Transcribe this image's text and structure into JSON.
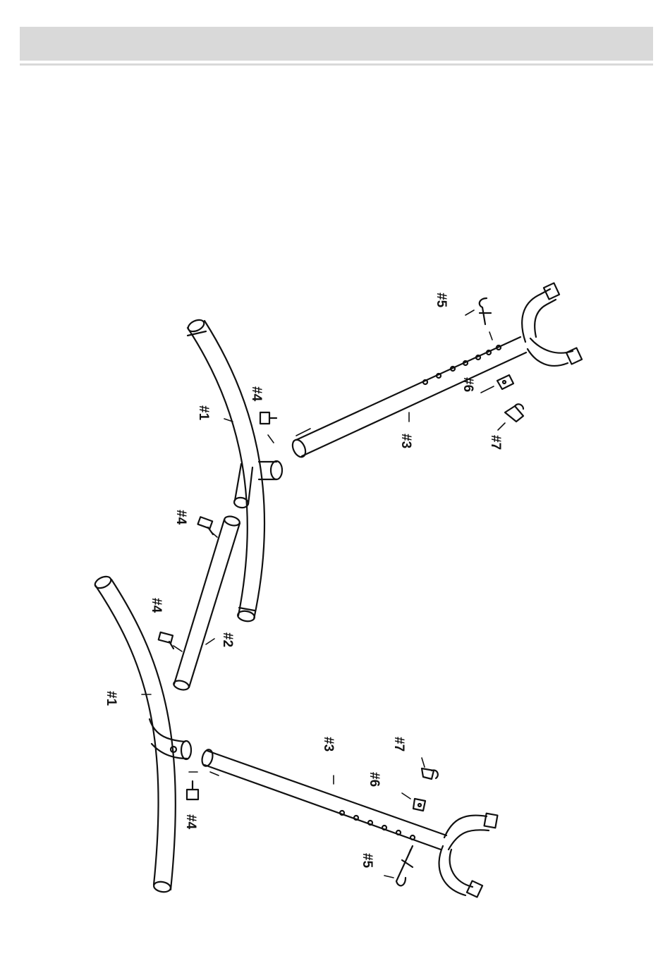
{
  "colors": {
    "header_band": "#d9d9d9",
    "ink": "#111111"
  },
  "labels": {
    "part1": "#1",
    "part2": "#2",
    "part3": "#3",
    "part4": "#4",
    "part5": "#5",
    "part6": "#6",
    "part7": "#7"
  }
}
